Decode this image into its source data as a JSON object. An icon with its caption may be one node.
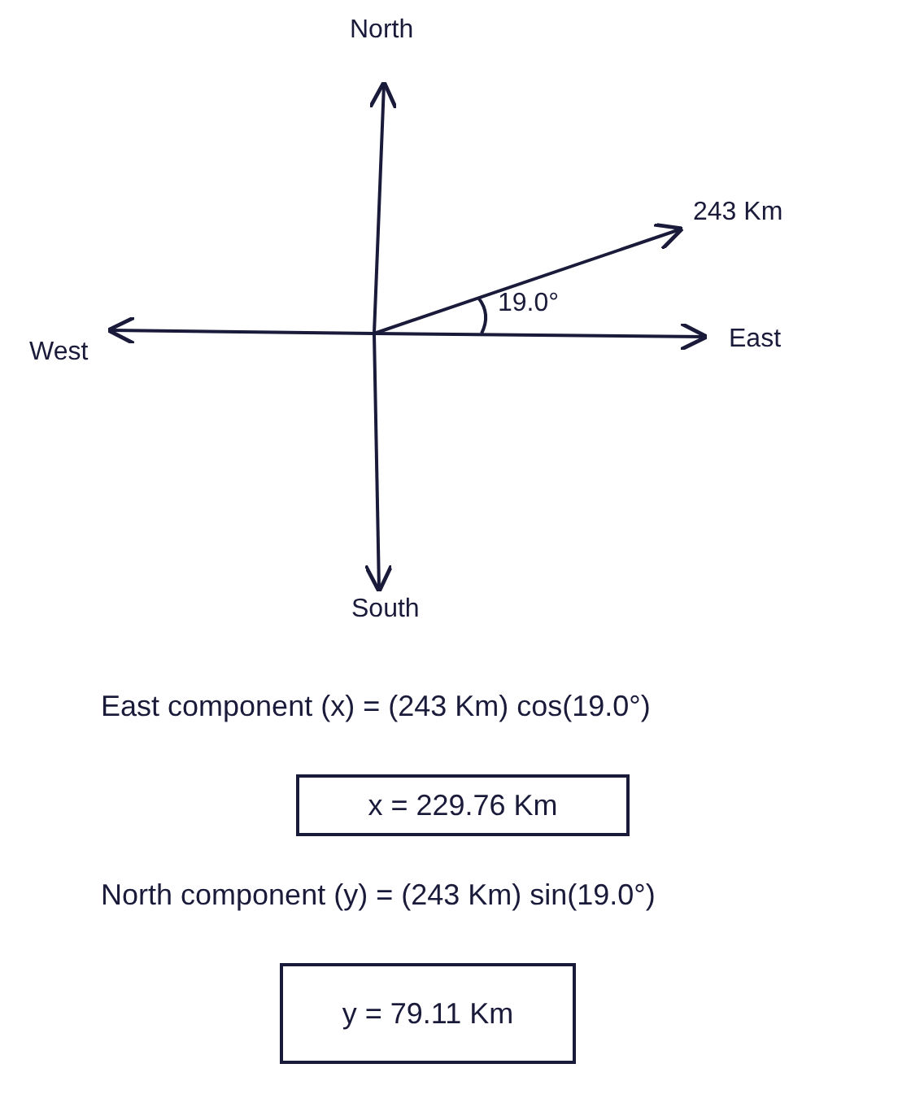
{
  "diagram": {
    "nodes": [
      {
        "text": [
          "x = 229.76 Km"
        ]
      },
      {
        "text": [
          "y = 79.11 Km"
        ]
      }
    ],
    "labels": [
      "North",
      "243 Km",
      "19.0°",
      "West",
      "East",
      "South",
      "East component (x) = (243 Km) cos(19.0°)",
      "North component (y) = (243 Km) sin(19.0°)"
    ]
  }
}
